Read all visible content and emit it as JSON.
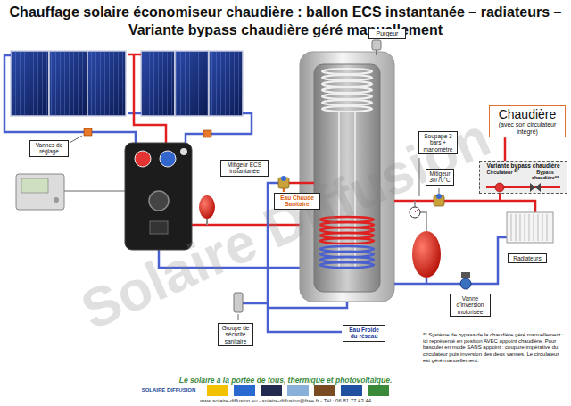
{
  "diagram": {
    "title": "Chauffage solaire économiseur chaudière : ballon ECS instantanée – radiateurs – Variante bypass chaudière géré manuellement",
    "nodes": [
      {
        "text": [
          "Purgeur"
        ]
      },
      {
        "text": [
          "Vannes de réglage"
        ]
      },
      {
        "text": [
          "Mitigeur ECS instantanée"
        ]
      },
      {
        "text": [
          "Soupape 3 bars + manomètre"
        ]
      },
      {
        "text": [
          "Chaudière",
          "(avec son circulateur intégré)"
        ]
      },
      {
        "text": [
          "Variante bypass chaudière"
        ]
      },
      {
        "text": [
          "Circulateur **"
        ],
        "in": 5
      },
      {
        "text": [
          "Bypass chaudière**"
        ],
        "in": 5
      },
      {
        "text": [
          "Mitigeur 30/70°C"
        ]
      },
      {
        "text": [
          "Eau Chaude Sanitaire"
        ]
      },
      {
        "text": [
          "Radiateurs"
        ]
      },
      {
        "text": [
          "Vanne d'inversion motorisée"
        ]
      },
      {
        "text": [
          "Groupe de sécurité sanitaire"
        ]
      },
      {
        "text": [
          "Eau Froide du réseau"
        ]
      }
    ],
    "edges": [
      {
        "from": 4,
        "to": 5,
        "arrow": "none"
      }
    ],
    "labels": [
      "** Système de bypass de la chaudière géré manuellement : ici représenté en position AVEC appoint chaudière. Pour basculer en mode SANS appoint : coupure impérative du circulateur puis inversion des deux vannes. Le circulateur est géré manuellement.",
      "Le solaire à la portée de tous, thermique et photovoltaïque.",
      "SOLAIRE DIFFUSION",
      "www.solaire-diffusion.eu - solaire-diffusion@free.fr - Tél : 06 81 77 43 44",
      "Solaire Diffusion"
    ]
  }
}
